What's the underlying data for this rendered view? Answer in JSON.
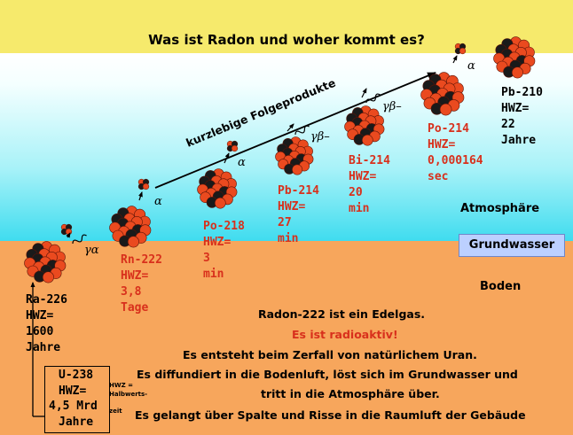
{
  "title": "Was ist Radon und woher kommt es?",
  "arrow_label": "kurzlebige Folgeprodukte",
  "zones": {
    "atmosphere": "Atmosphäre",
    "groundwater": "Grundwasser",
    "soil": "Boden"
  },
  "nuclides": [
    {
      "name": "Ra-226",
      "hwz": "HWZ=",
      "value": "1600",
      "unit": "Jahre",
      "color": "#000000"
    },
    {
      "name": "Rn-222",
      "hwz": "HWZ=",
      "value": "3,8",
      "unit": "Tage",
      "color": "#d8301c"
    },
    {
      "name": "Po-218",
      "hwz": "HWZ=",
      "value": "3",
      "unit": "min",
      "color": "#d8301c"
    },
    {
      "name": "Pb-214",
      "hwz": "HWZ=",
      "value": "27",
      "unit": "min",
      "color": "#d8301c"
    },
    {
      "name": "Bi-214",
      "hwz": "HWZ=",
      "value": "20",
      "unit": "min",
      "color": "#d8301c"
    },
    {
      "name": "Po-214",
      "hwz": "HWZ=",
      "value": "0,000164",
      "unit": "sec",
      "color": "#d8301c"
    },
    {
      "name": "Pb-210",
      "hwz": "HWZ=",
      "value": "22",
      "unit": "Jahre",
      "color": "#000000"
    }
  ],
  "uranium": {
    "name": "U-238",
    "hwz": "HWZ=",
    "value": "4,5 Mrd",
    "unit": "Jahre"
  },
  "hwz_note": {
    "line1": "HWZ =",
    "line2": "Halbwerts-",
    "line3": "zeit"
  },
  "decay_labels": {
    "d1": "γα",
    "d2": "α",
    "d3": "α",
    "d4": "γβ–",
    "d5": "γβ–",
    "d6": "α"
  },
  "facts": [
    "Radon-222 ist ein Edelgas.",
    "Es ist radioaktiv!",
    "Es entsteht beim Zerfall von natürlichem Uran.",
    "Es diffundiert in die Bodenluft, löst sich im Grundwasser und",
    "tritt in die Atmosphäre über.",
    "Es gelangt über Spalte und Risse in die Raumluft der Gebäude"
  ],
  "colors": {
    "title_band": "#f6ea6c",
    "soil": "#f7a65c",
    "sky_bottom": "#3fdcef",
    "highlight": "#d8301c",
    "nucleus_red": "#ea4a1f",
    "nucleus_dark": "#1a1a1a"
  }
}
